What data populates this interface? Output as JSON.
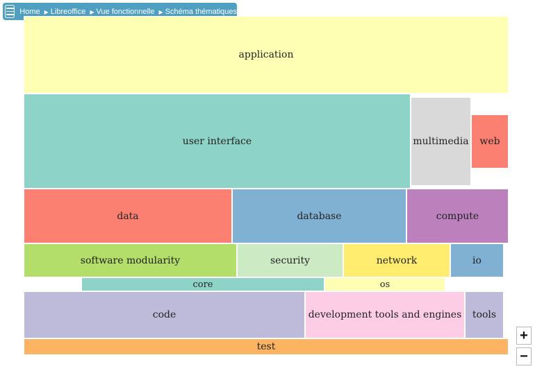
{
  "breadcrumb": {
    "items": [
      "Home",
      "Libreoffice",
      "Vue fonctionnelle",
      "Schéma thématiques"
    ],
    "separator_icon": "triangle-right-icon",
    "menu_icon": "hamburger-menu-icon"
  },
  "treemap": {
    "tiles": [
      {
        "label": "application",
        "color": "#ffffb3"
      },
      {
        "label": "user interface",
        "color": "#8dd3c7"
      },
      {
        "label": "multimedia",
        "color": "#d9d9d9"
      },
      {
        "label": "web",
        "color": "#fb8072"
      },
      {
        "label": "data",
        "color": "#fb8072"
      },
      {
        "label": "database",
        "color": "#80b1d3"
      },
      {
        "label": "compute",
        "color": "#bc80bd"
      },
      {
        "label": "software modularity",
        "color": "#b3de69"
      },
      {
        "label": "security",
        "color": "#ccebc5"
      },
      {
        "label": "network",
        "color": "#ffed6f"
      },
      {
        "label": "io",
        "color": "#80b1d3"
      },
      {
        "label": "core",
        "color": "#8dd3c7"
      },
      {
        "label": "os",
        "color": "#ffffb3"
      },
      {
        "label": "code",
        "color": "#bebada"
      },
      {
        "label": "development tools and engines",
        "color": "#fccde5"
      },
      {
        "label": "tools",
        "color": "#bebada"
      },
      {
        "label": "test",
        "color": "#fdb462"
      }
    ]
  },
  "zoom": {
    "in_label": "+",
    "out_label": "−"
  }
}
